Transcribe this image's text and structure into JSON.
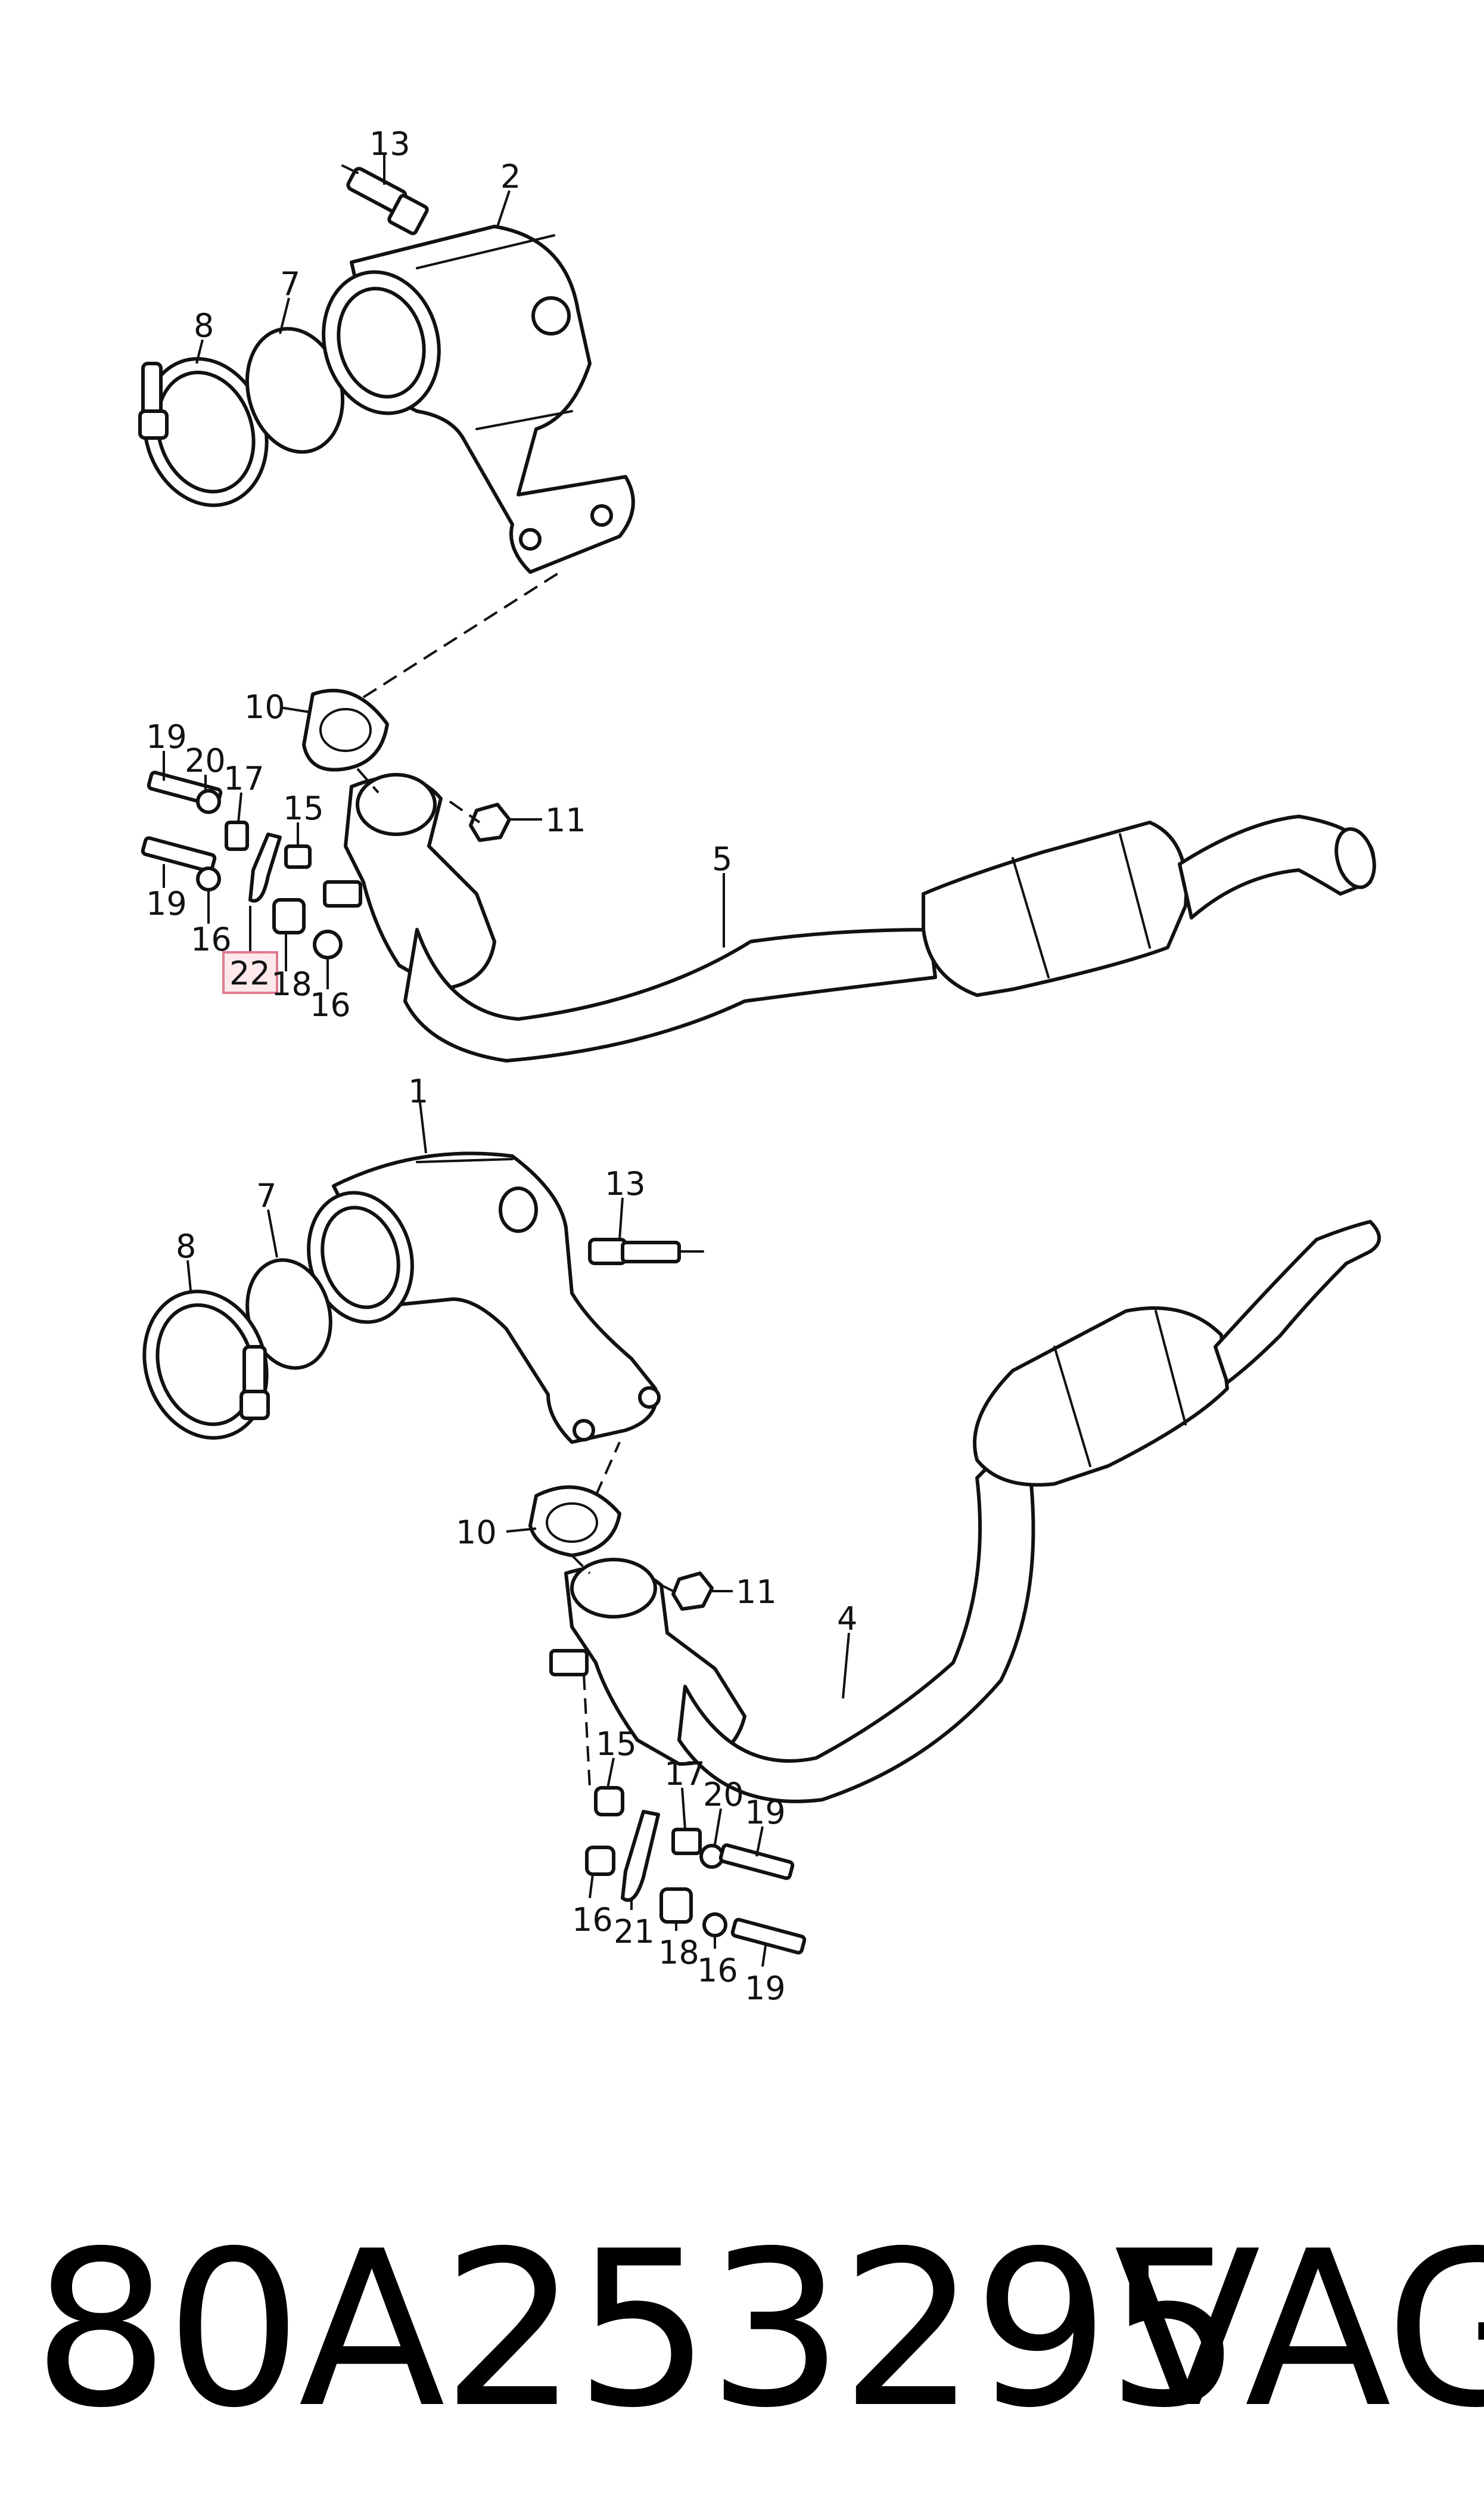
{
  "callouts": {
    "top": {
      "c13": "13",
      "c2": "2",
      "c7": "7",
      "c8": "8",
      "c10": "10",
      "c11": "11",
      "c5": "5",
      "c19a": "19",
      "c20": "20",
      "c17": "17",
      "c15": "15",
      "c19b": "19",
      "c16a": "16",
      "c22": "22",
      "c18": "18",
      "c16b": "16"
    },
    "bottom": {
      "c1": "1",
      "c13": "13",
      "c7": "7",
      "c8": "8",
      "c10": "10",
      "c11": "11",
      "c4": "4",
      "c15": "15",
      "c17": "17",
      "c20": "20",
      "c19a": "19",
      "c16a": "16",
      "c21": "21",
      "c18": "18",
      "c16b": "16",
      "c19b": "19"
    }
  },
  "highlighted_callout": "22",
  "footer": {
    "part_number": "80A253295",
    "brand": "VAG"
  },
  "colors": {
    "line": "#111111",
    "highlight_fill": "#fde8ec",
    "highlight_stroke": "#e07b8e"
  }
}
